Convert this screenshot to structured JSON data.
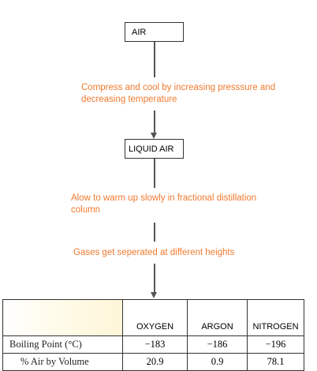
{
  "flow": {
    "start_box": "AIR",
    "step1_note": "Compress and cool by increasing presssure and decreasing temperature",
    "middle_box": "LIQUID AIR",
    "step2_note": "Alow to warm up slowly in fractional distillation column",
    "step3_note": "Gases get seperated at different heights"
  },
  "table": {
    "headers": [
      "",
      "OXYGEN",
      "ARGON",
      "NITROGEN"
    ],
    "rows": [
      {
        "label": "Boiling Point (°C)",
        "values": [
          "−183",
          "−186",
          "−196"
        ]
      },
      {
        "label": "% Air by Volume",
        "values": [
          "20.9",
          "0.9",
          "78.1"
        ]
      }
    ]
  },
  "colors": {
    "note_text": "#f07a2f",
    "border": "#333333"
  }
}
